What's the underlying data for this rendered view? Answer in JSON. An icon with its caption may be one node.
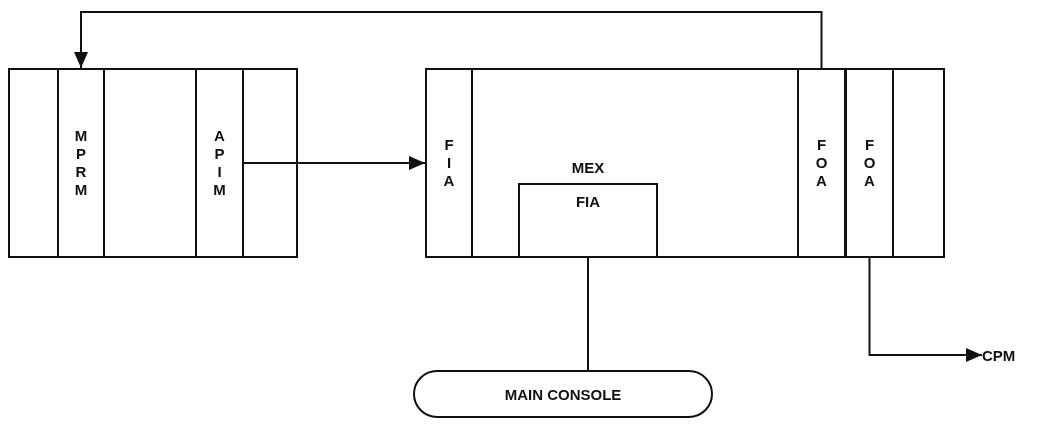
{
  "diagram": {
    "nodes": [
      {
        "text": [],
        "shape": "box"
      },
      {
        "text": [
          "MPRM"
        ],
        "in": 0
      },
      {
        "text": [
          "APIM"
        ],
        "in": 0
      },
      {
        "text": [],
        "shape": "box"
      },
      {
        "text": [
          "FIA"
        ],
        "in": 3
      },
      {
        "text": [
          "MEX",
          "FIA"
        ],
        "in": 3
      },
      {
        "text": [
          "FOA"
        ],
        "in": 3
      },
      {
        "text": [
          "FOA"
        ],
        "in": 3
      },
      {
        "text": [
          "MAIN CONSOLE"
        ]
      },
      {
        "text": [
          "CPM"
        ]
      }
    ],
    "edges": [
      {
        "from": 6,
        "to": 1,
        "arrow": "to"
      },
      {
        "from": 2,
        "to": 4,
        "arrow": "to"
      },
      {
        "from": 5,
        "to": 8,
        "arrow": "none"
      },
      {
        "from": 7,
        "to": 9,
        "arrow": "to"
      }
    ]
  }
}
